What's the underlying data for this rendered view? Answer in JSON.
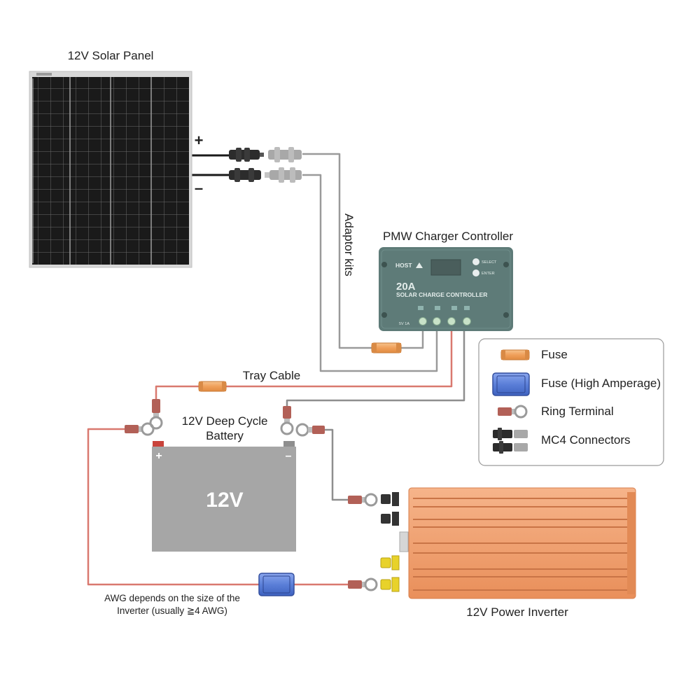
{
  "labels": {
    "solar_panel": "12V Solar Panel",
    "panel_plus": "+",
    "panel_minus": "–",
    "adaptor_kits": "Adaptor kits",
    "controller_title": "PMW Charger Controller",
    "tray_cable": "Tray Cable",
    "battery_title_line1": "12V Deep Cycle",
    "battery_title_line2": "Battery",
    "battery_voltage": "12V",
    "battery_plus": "+",
    "battery_minus": "–",
    "awg_note_line1": "AWG depends on the size of the",
    "awg_note_line2": "Inverter (usually ≧4 AWG)",
    "power_inverter": "12V Power Inverter"
  },
  "controller": {
    "brand": "HOST",
    "rating": "20A",
    "subtitle": "SOLAR CHARGE CONTROLLER",
    "select_label": "SELECT",
    "enter_label": "ENTER",
    "usb_label": "5V 1A"
  },
  "legend": {
    "items": [
      {
        "label": "Fuse",
        "icon": "fuse-icon"
      },
      {
        "label": "Fuse (High Amperage)",
        "icon": "high-amp-fuse-icon"
      },
      {
        "label": "Ring Terminal",
        "icon": "ring-terminal-icon"
      },
      {
        "label": "MC4 Connectors",
        "icon": "mc4-connector-icon"
      }
    ]
  },
  "colors": {
    "pv_wire": "#9a9a9a",
    "positive_wire": "#d9796f",
    "negative_wire": "#8e8e8e",
    "fuse": "#f0a05a",
    "high_amp_fuse": "#5b7fd8",
    "battery": "#a6a6a6",
    "controller": "#5e7b78",
    "inverter": "#ee9a6a"
  }
}
